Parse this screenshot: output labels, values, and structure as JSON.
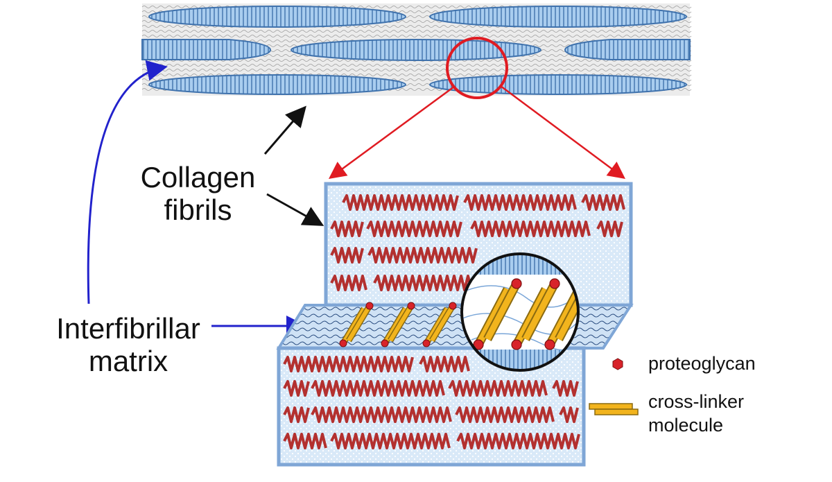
{
  "labels": {
    "collagen": [
      "Collagen",
      "fibrils"
    ],
    "matrix": [
      "Interfibrillar",
      "matrix"
    ]
  },
  "legend": {
    "proteoglycan": "proteoglycan",
    "crosslinker": [
      "cross-linker",
      "molecule"
    ]
  },
  "colors": {
    "fibril_fill": "#a9cdef",
    "fibril_stroke": "#3f72ad",
    "helix": "#b3302f",
    "proteoglycan": "#d8232a",
    "crosslinker": "#f2b41d",
    "crosslinker_edge": "#8a6a10",
    "zoom_circle": "#e01b22",
    "pointer_arrow": "#2222cc",
    "black_arrow": "#111111",
    "box_fill": "#d9e9f8",
    "box_stroke": "#7fa6d6"
  },
  "icons": {
    "proteoglycan": "red-hexagon-icon",
    "crosslinker": "yellow-bar-pair-icon"
  }
}
